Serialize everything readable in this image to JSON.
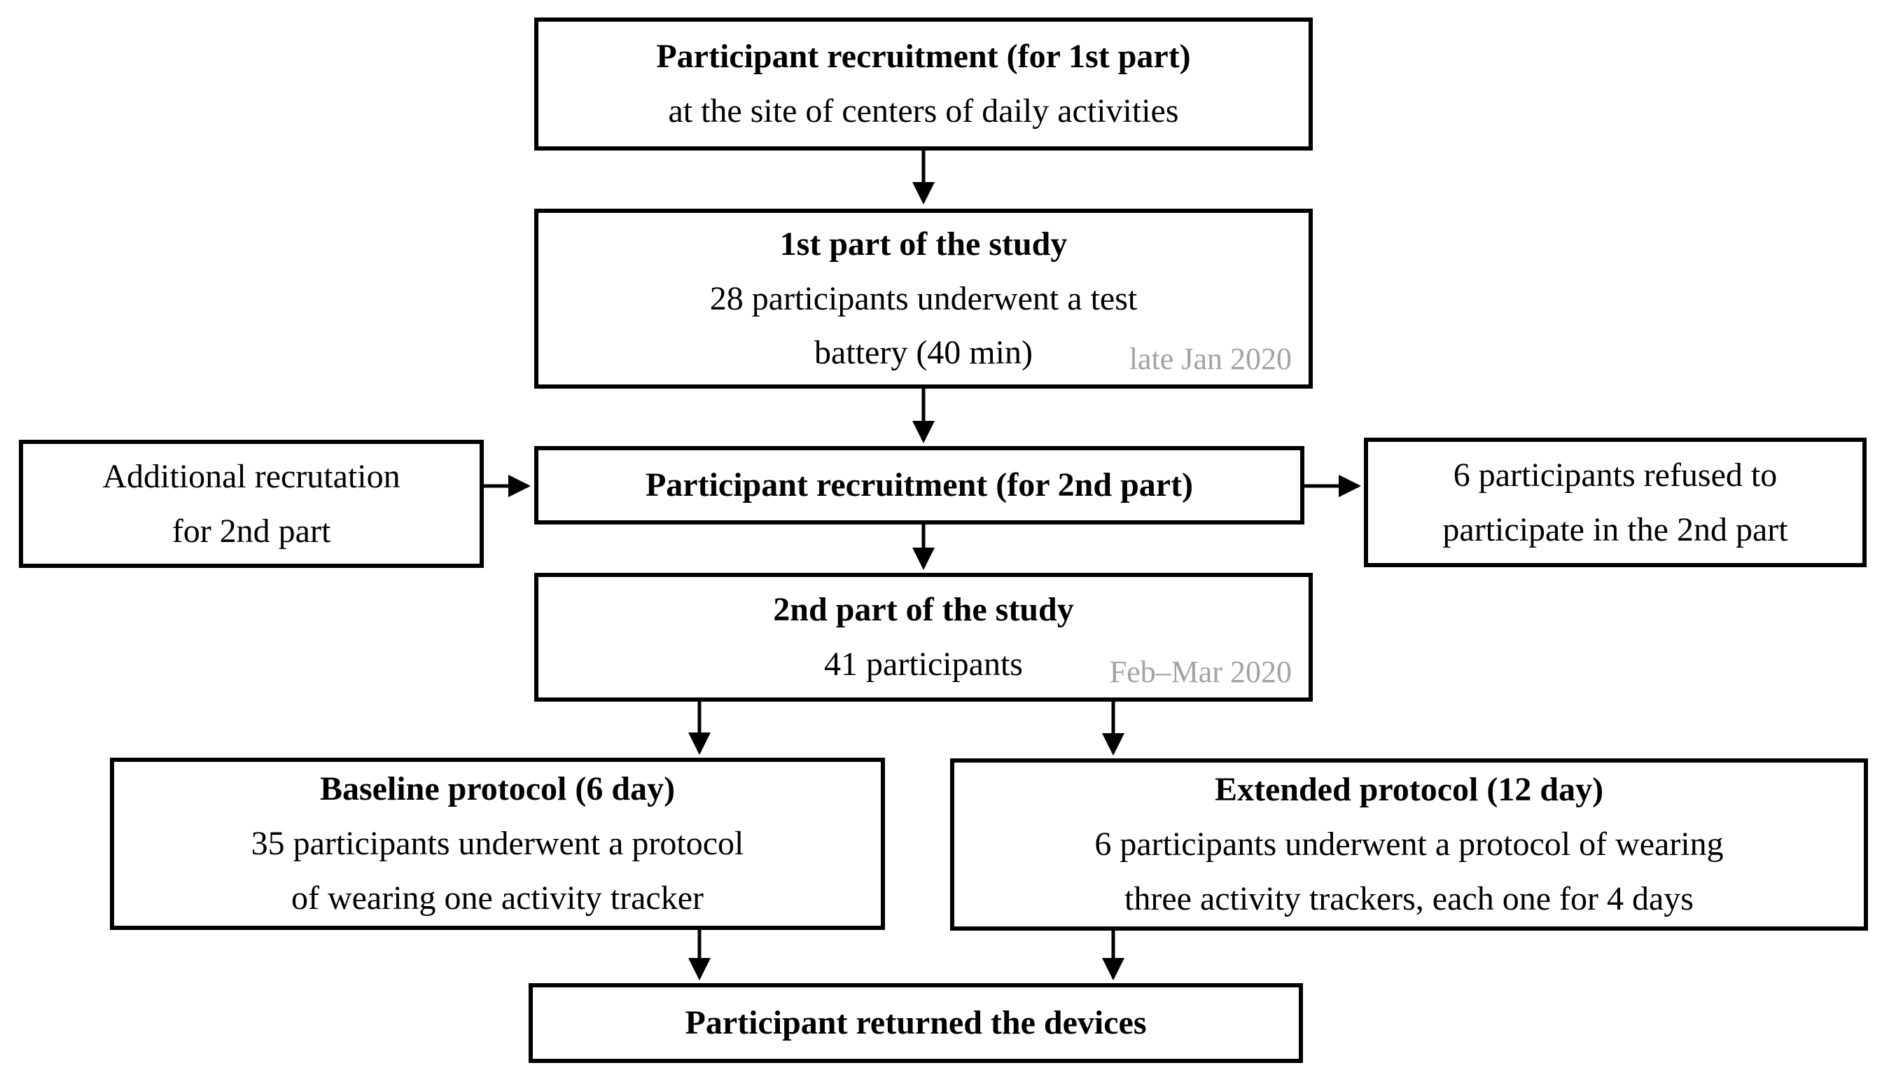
{
  "figure": {
    "colors": {
      "ink": "#000000",
      "box_border": "#000000",
      "background": "#ffffff",
      "date_gray": "#a3a3a3"
    },
    "nodes": {
      "recruit1": {
        "title": "Participant recruitment (for 1st part)",
        "line1": "at the site of centers of daily activities"
      },
      "part1": {
        "title": "1st part of the study",
        "line1": "28 participants underwent a test",
        "line2": "battery (40 min)",
        "date": "late Jan 2020"
      },
      "additional": {
        "line1": "Additional recrutation",
        "line2": "for 2nd part"
      },
      "recruit2": {
        "title": "Participant recruitment (for 2nd part)"
      },
      "refused": {
        "line1": "6 participants refused to",
        "line2": "participate in the 2nd part"
      },
      "part2": {
        "title": "2nd part of the study",
        "line1": "41 participants",
        "date": "Feb–Mar 2020"
      },
      "baseline": {
        "title": "Baseline protocol (6 day)",
        "line1": "35 participants underwent a protocol",
        "line2": "of wearing one activity tracker"
      },
      "extended": {
        "title": "Extended protocol (12 day)",
        "line1": "6 participants underwent a protocol of wearing",
        "line2": "three activity trackers, each one for 4 days"
      },
      "returned": {
        "title": "Participant returned the devices"
      }
    }
  }
}
